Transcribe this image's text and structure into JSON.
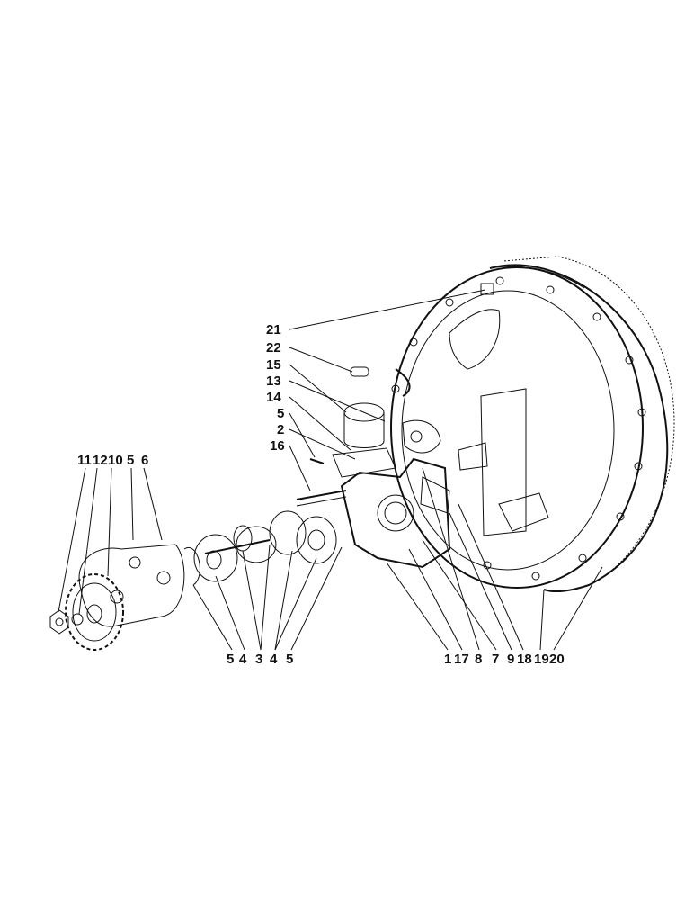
{
  "diagram": {
    "callouts_left_stack": [
      "21",
      "22",
      "15",
      "13",
      "14",
      "5",
      "2",
      "16"
    ],
    "callouts_top_left": [
      "11",
      "12",
      "10",
      "5",
      "6"
    ],
    "callouts_bottom_mid": [
      "5",
      "4",
      "3",
      "4",
      "5"
    ],
    "callouts_bottom_right": [
      "1",
      "17",
      "8",
      "7",
      "9",
      "18",
      "19",
      "20"
    ]
  }
}
